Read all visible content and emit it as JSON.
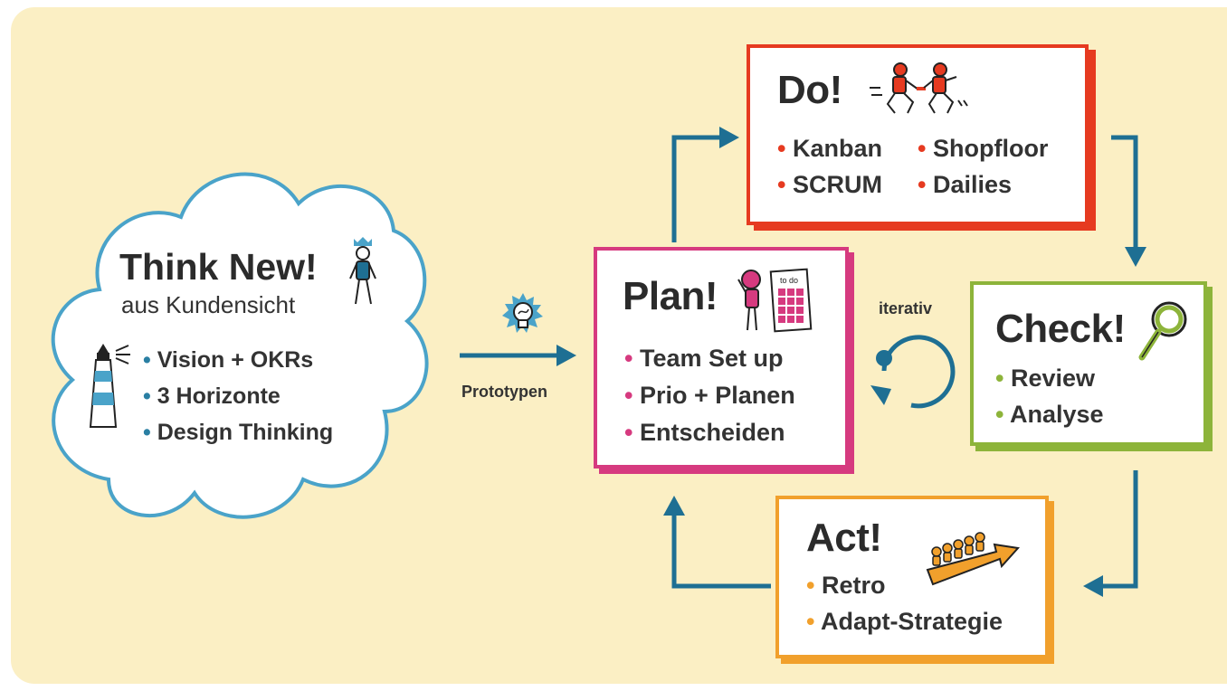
{
  "cloud": {
    "title": "Think New!",
    "subtitle": "aus Kundensicht",
    "bullets": [
      "Vision + OKRs",
      "3 Horizonte",
      "Design Thinking"
    ],
    "icons": [
      "figure-with-crown-icon",
      "lighthouse-icon"
    ]
  },
  "prototype": {
    "label": "Prototypen",
    "icon": "lightbulb-icon"
  },
  "plan": {
    "title": "Plan!",
    "bullets": [
      "Team Set up",
      "Prio + Planen",
      "Entscheiden"
    ],
    "icon": "todo-calendar-icon",
    "calendar_label": "to do"
  },
  "do": {
    "title": "Do!",
    "bullets_left": [
      "Kanban",
      "SCRUM"
    ],
    "bullets_right": [
      "Shopfloor",
      "Dailies"
    ],
    "icon": "relay-runners-icon"
  },
  "check": {
    "title": "Check!",
    "bullets": [
      "Review",
      "Analyse"
    ],
    "icon": "magnifier-icon"
  },
  "act": {
    "title": "Act!",
    "bullets": [
      "Retro",
      "Adapt-Strategie"
    ],
    "icon": "team-arrow-icon"
  },
  "iterative": {
    "label": "iterativ"
  },
  "colors": {
    "background": "#fbefc4",
    "flow": "#1e6f93",
    "cloud_border": "#4aa3c9",
    "plan": "#d63a7f",
    "do": "#e63a20",
    "check": "#8db43a",
    "act": "#f1a02c"
  }
}
